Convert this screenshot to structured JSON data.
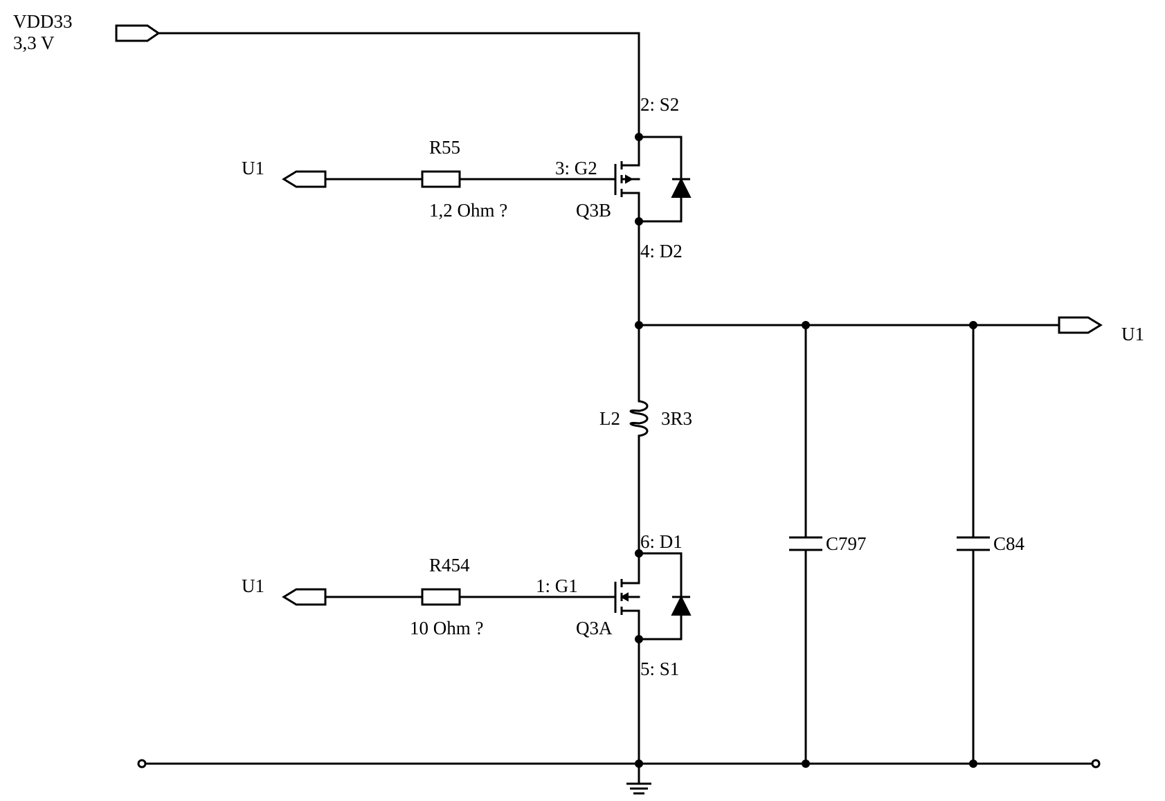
{
  "supply": {
    "net": "VDD33",
    "voltage": "3,3  V"
  },
  "ports": {
    "gate_top": "U1",
    "gate_bottom": "U1",
    "output": "U1"
  },
  "q3b": {
    "ref": "Q3B",
    "source_pin": "2: S2",
    "gate_pin": "3: G2",
    "drain_pin": "4: D2"
  },
  "q3a": {
    "ref": "Q3A",
    "drain_pin": "6: D1",
    "gate_pin": "1: G1",
    "source_pin": "5: S1"
  },
  "r55": {
    "ref": "R55",
    "value": "1,2  Ohm ?"
  },
  "r454": {
    "ref": "R454",
    "value": "10  Ohm ?"
  },
  "l2": {
    "ref": "L2",
    "value": "3R3"
  },
  "c797": {
    "ref": "C797"
  },
  "c84": {
    "ref": "C84"
  }
}
